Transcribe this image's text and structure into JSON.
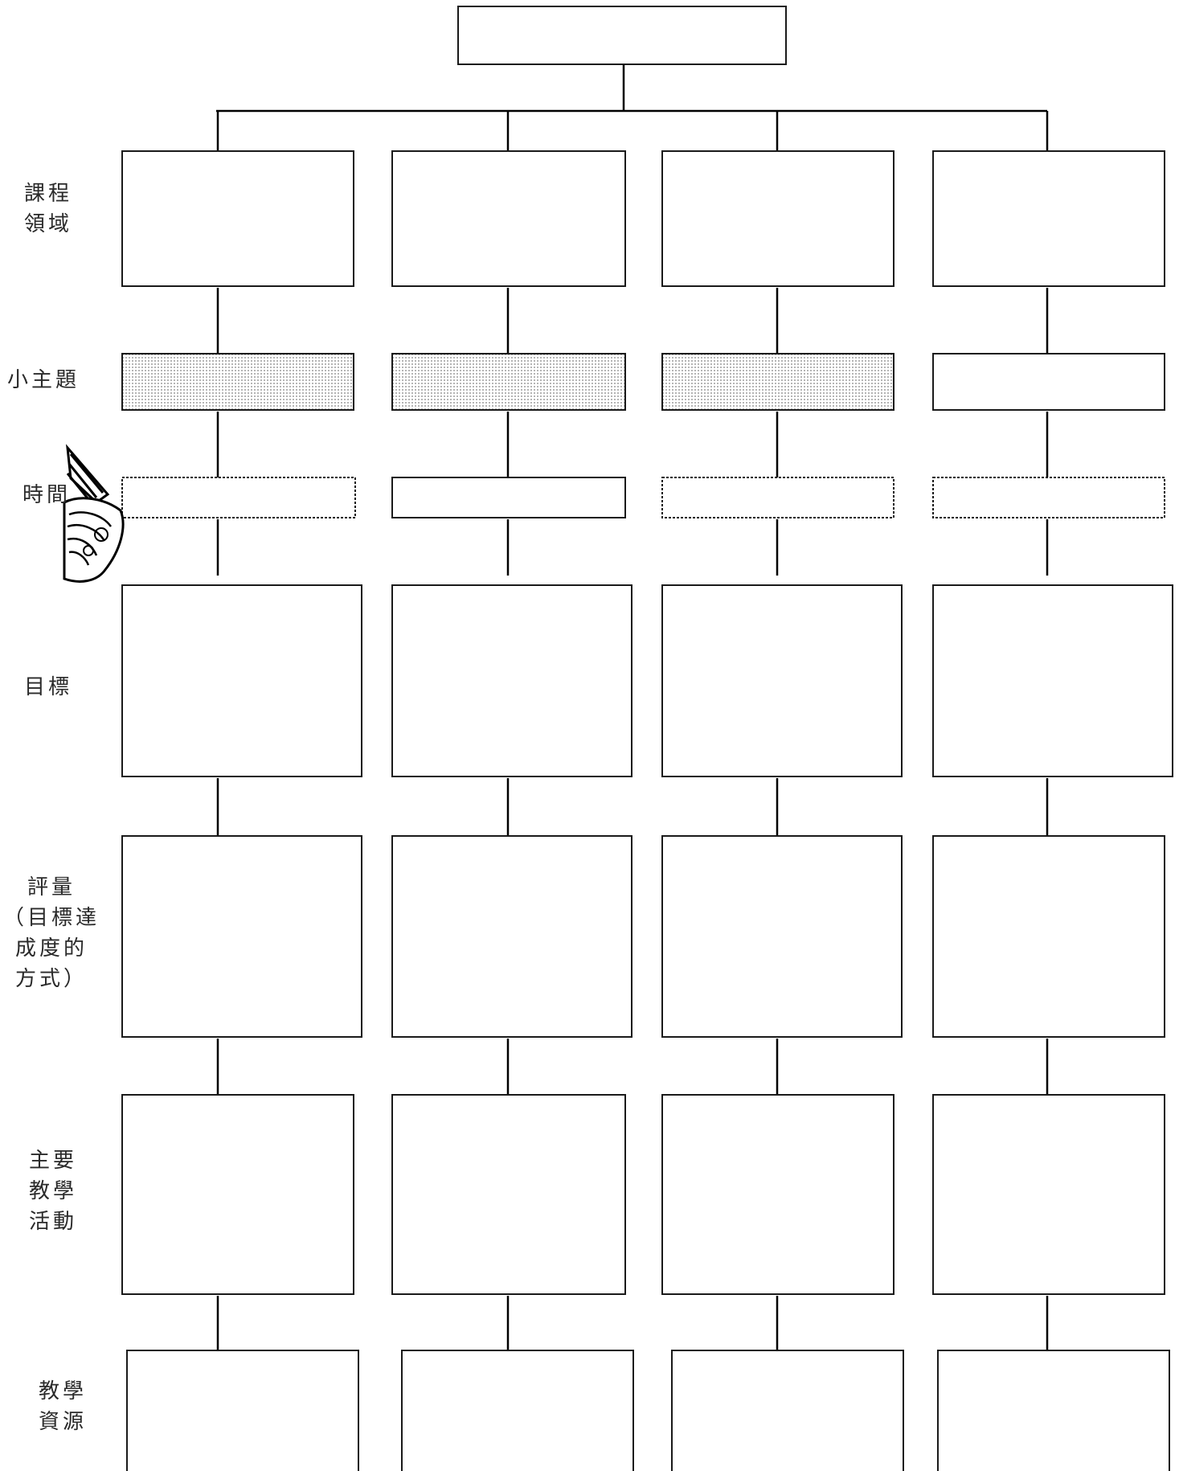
{
  "row_labels": {
    "domain": "課程\n領域",
    "subtopic": "小主題",
    "time": "時間",
    "objective": "目標",
    "assessment": "評量\n（目標達\n成度的\n方式）",
    "activity": "主要\n教學\n活動",
    "resource": "教學\n資源"
  },
  "boxes": {
    "subtopic_fill": "#d9d9d9",
    "subtopic_shaded": [
      true,
      true,
      true,
      false
    ],
    "line_color": "#000000",
    "border_color": "#1a1a1a"
  },
  "stamp": {
    "icon": "seal-stamp-icon"
  }
}
